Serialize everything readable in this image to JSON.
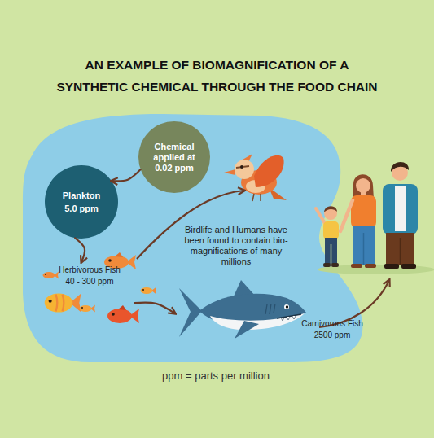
{
  "diagram": {
    "title": "AN EXAMPLE OF BIOMAGNIFICATION OF A SYNTHETIC CHEMICAL THROUGH THE FOOD CHAIN",
    "nodes": [
      {
        "text": [
          "Chemical applied at 0.02 ppm"
        ]
      },
      {
        "text": [
          "Plankton",
          "5.0 ppm"
        ]
      },
      {
        "text": [
          "Herbivorous Fish",
          "40 - 300 ppm"
        ]
      },
      {
        "text": [
          "Carnivorous Fish",
          "2500 ppm"
        ]
      }
    ],
    "edges": [
      {
        "from": 0,
        "to": 1,
        "arrow": "to"
      },
      {
        "from": 1,
        "to": 2,
        "arrow": "to"
      },
      {
        "from": 2,
        "to": 3,
        "arrow": "to"
      }
    ],
    "labels": [
      "Birdlife and Humans have been found to contain bio-magnifications of many millions",
      "ppm = parts per million"
    ]
  }
}
